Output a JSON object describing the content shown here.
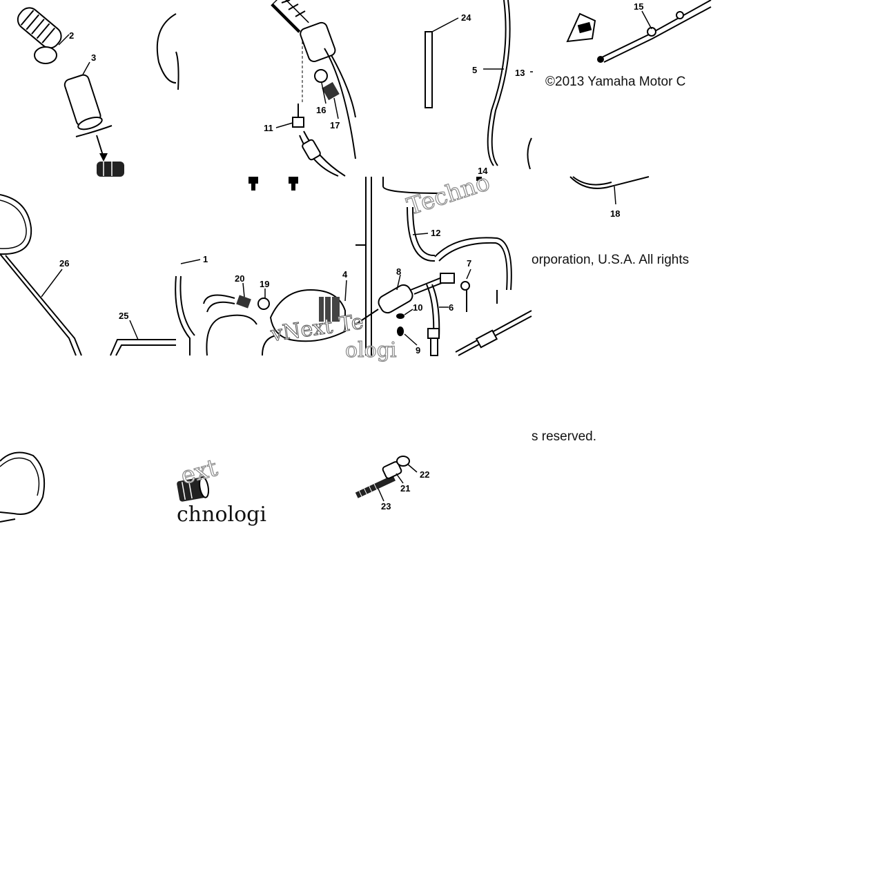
{
  "callouts": {
    "c1": "1",
    "c2": "2",
    "c3": "3",
    "c4": "4",
    "c5": "5",
    "c6": "6",
    "c7": "7",
    "c8": "8",
    "c9": "9",
    "c10": "10",
    "c11": "11",
    "c12": "12",
    "c13": "13",
    "c14": "14",
    "c15": "15",
    "c16": "16",
    "c17": "17",
    "c18": "18",
    "c19": "19",
    "c20": "20",
    "c21": "21",
    "c22": "22",
    "c23": "23",
    "c24": "24",
    "c25": "25",
    "c26": "26"
  },
  "copyright": {
    "line1": "©2013 Yamaha Motor C",
    "line2": "orporation, U.S.A. All rights",
    "line3": "s reserved."
  },
  "watermarks": {
    "w1": "Techno",
    "w2": "vNext Te",
    "w3": "ologi",
    "w4": "ext",
    "w5": "chnologi"
  }
}
